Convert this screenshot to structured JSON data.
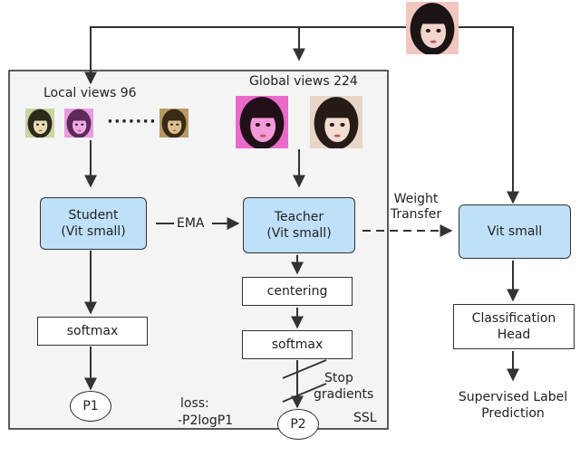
{
  "images": {
    "source": {
      "icon": "face-photo",
      "bg": "#f1c7c0",
      "hair": "#1b1414",
      "skin": "#f3d5cd"
    },
    "local": [
      {
        "icon": "face-photo",
        "bg": "#c9d4a3",
        "hair": "#2d2a1b",
        "skin": "#e8dcb4"
      },
      {
        "icon": "face-photo",
        "bg": "#e79be1",
        "hair": "#5b2a58",
        "skin": "#f0a9e8"
      },
      {
        "icon": "face-photo",
        "bg": "#b79a65",
        "hair": "#3a2a18",
        "skin": "#dcc08f"
      }
    ],
    "global": [
      {
        "icon": "face-photo",
        "bg": "#e86ac9",
        "hair": "#221018",
        "skin": "#f39adb"
      },
      {
        "icon": "face-photo",
        "bg": "#e7d6c8",
        "hair": "#261b16",
        "skin": "#f2ddd0"
      }
    ]
  },
  "labels": {
    "local_views": "Local views 96",
    "global_views": "Global views 224",
    "dots": "·······",
    "ema": "EMA",
    "weight_transfer_line1": "Weight",
    "weight_transfer_line2": "Transfer",
    "stop_line1": "Stop",
    "stop_line2": "gradients",
    "loss_line1": "loss:",
    "loss_line2": "-P2logP1",
    "ssl": "SSL",
    "supervised_line1": "Supervised Label",
    "supervised_line2": "Prediction"
  },
  "nodes": {
    "student": {
      "line1": "Student",
      "line2": "(Vit small)"
    },
    "teacher": {
      "line1": "Teacher",
      "line2": "(Vit small)"
    },
    "vit_small": {
      "label": "Vit small"
    },
    "centering": {
      "label": "centering"
    },
    "softmax_student": {
      "label": "softmax"
    },
    "softmax_teacher": {
      "label": "softmax"
    },
    "classification_head": {
      "line1": "Classification",
      "line2": "Head"
    },
    "p1": {
      "label": "P1"
    },
    "p2": {
      "label": "P2"
    }
  },
  "colors": {
    "blue_fill": "#bfe0f9",
    "ssl_fill": "#f4f4f4",
    "stroke": "#333333"
  }
}
